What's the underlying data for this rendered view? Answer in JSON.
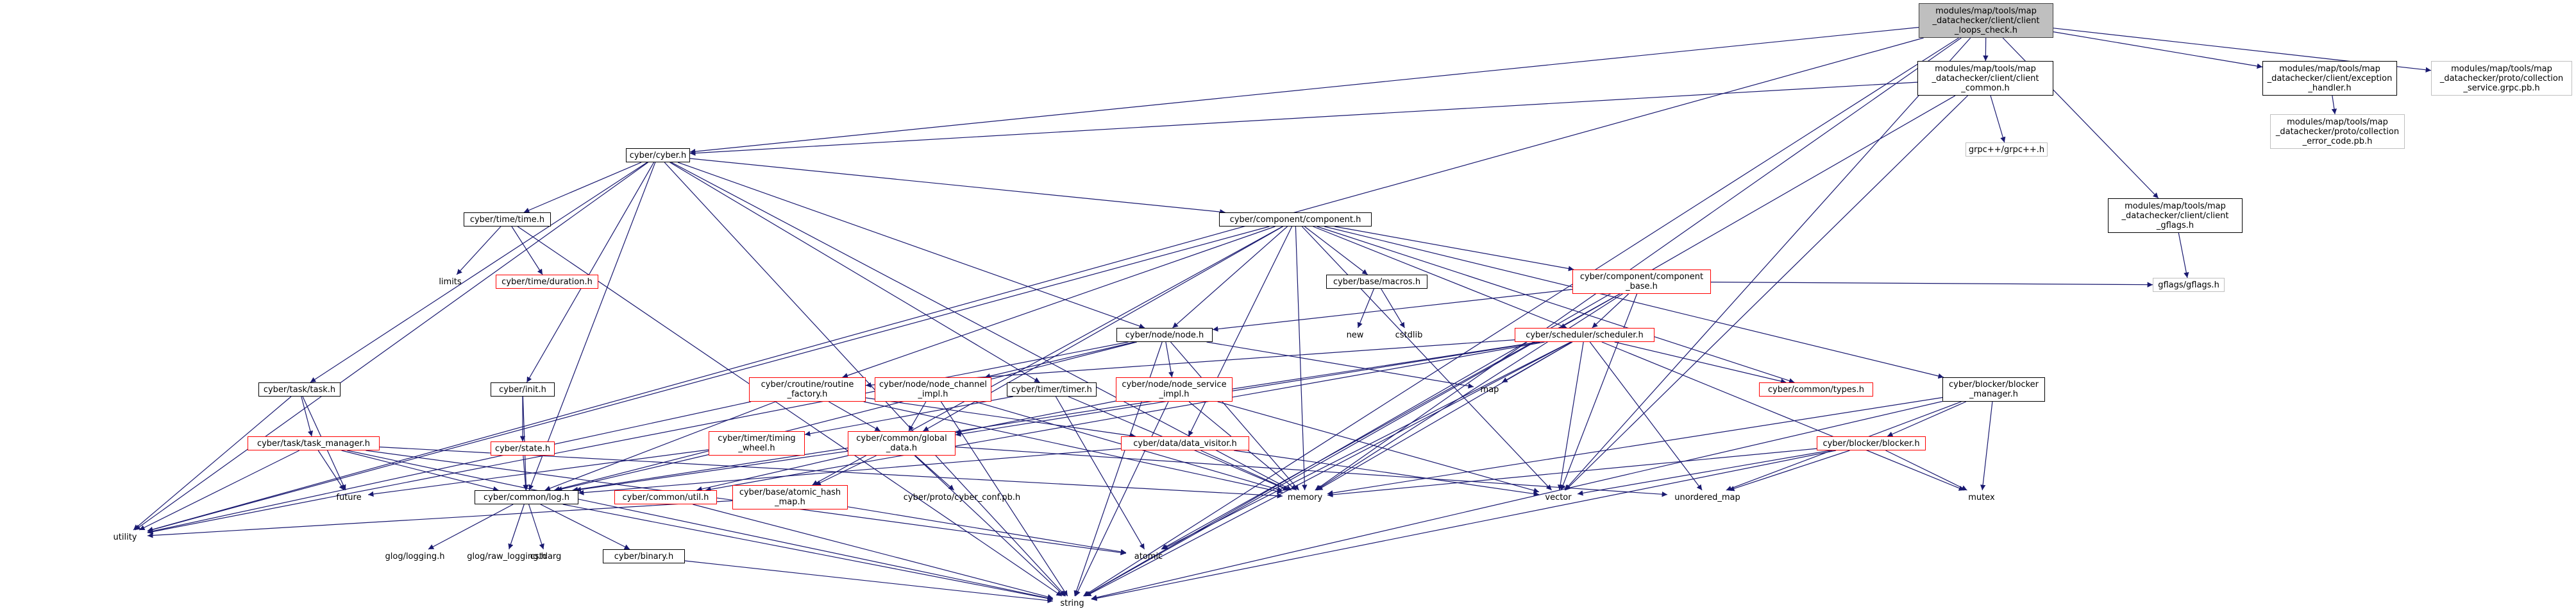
{
  "colors": {
    "edge": "#191970",
    "red_border": "#ff0000",
    "gray_border": "#bfbfbf",
    "root_fill": "#bfbfbf"
  },
  "nodes": {
    "root": [
      "modules/map/tools/map",
      "_datachecker/client/client",
      "_loops_check.h"
    ],
    "client_common": [
      "modules/map/tools/map",
      "_datachecker/client/client",
      "_common.h"
    ],
    "exception_handler": [
      "modules/map/tools/map",
      "_datachecker/client/exception",
      "_handler.h"
    ],
    "collection_service": [
      "modules/map/tools/map",
      "_datachecker/proto/collection",
      "_service.grpc.pb.h"
    ],
    "collection_error_code": [
      "modules/map/tools/map",
      "_datachecker/proto/collection",
      "_error_code.pb.h"
    ],
    "grpcpp": [
      "grpc++/grpc++.h"
    ],
    "client_gflags": [
      "modules/map/tools/map",
      "_datachecker/client/client",
      "_gflags.h"
    ],
    "gflags": [
      "gflags/gflags.h"
    ],
    "cyber": [
      "cyber/cyber.h"
    ],
    "time": [
      "cyber/time/time.h"
    ],
    "limits": [
      "limits"
    ],
    "duration": [
      "cyber/time/duration.h"
    ],
    "component": [
      "cyber/component/component.h"
    ],
    "macros": [
      "cyber/base/macros.h"
    ],
    "new": [
      "new"
    ],
    "cstdlib": [
      "cstdlib"
    ],
    "component_base": [
      "cyber/component/component",
      "_base.h"
    ],
    "node": [
      "cyber/node/node.h"
    ],
    "scheduler": [
      "cyber/scheduler/scheduler.h"
    ],
    "map": [
      "map"
    ],
    "types": [
      "cyber/common/types.h"
    ],
    "init": [
      "cyber/init.h"
    ],
    "state": [
      "cyber/state.h"
    ],
    "task": [
      "cyber/task/task.h"
    ],
    "task_manager": [
      "cyber/task/task_manager.h"
    ],
    "routine_factory": [
      "cyber/croutine/routine",
      "_factory.h"
    ],
    "node_channel_impl": [
      "cyber/node/node_channel",
      "_impl.h"
    ],
    "timer": [
      "cyber/timer/timer.h"
    ],
    "node_service_impl": [
      "cyber/node/node_service",
      "_impl.h"
    ],
    "timing_wheel": [
      "cyber/timer/timing",
      "_wheel.h"
    ],
    "global_data": [
      "cyber/common/global",
      "_data.h"
    ],
    "data_visitor": [
      "cyber/data/data_visitor.h"
    ],
    "blocker_manager": [
      "cyber/blocker/blocker",
      "_manager.h"
    ],
    "blocker": [
      "cyber/blocker/blocker.h"
    ],
    "future": [
      "future"
    ],
    "log": [
      "cyber/common/log.h"
    ],
    "util": [
      "cyber/common/util.h"
    ],
    "atomic_hash_map": [
      "cyber/base/atomic_hash",
      "_map.h"
    ],
    "cyber_conf": [
      "cyber/proto/cyber_conf.pb.h"
    ],
    "memory": [
      "memory"
    ],
    "vector": [
      "vector"
    ],
    "unordered_map": [
      "unordered_map"
    ],
    "mutex": [
      "mutex"
    ],
    "utility": [
      "utility"
    ],
    "glog_logging": [
      "glog/logging.h"
    ],
    "glog_raw_logging": [
      "glog/raw_logging.h"
    ],
    "cstdarg": [
      "cstdarg"
    ],
    "binary": [
      "cyber/binary.h"
    ],
    "atomic": [
      "atomic"
    ],
    "string": [
      "string"
    ]
  }
}
